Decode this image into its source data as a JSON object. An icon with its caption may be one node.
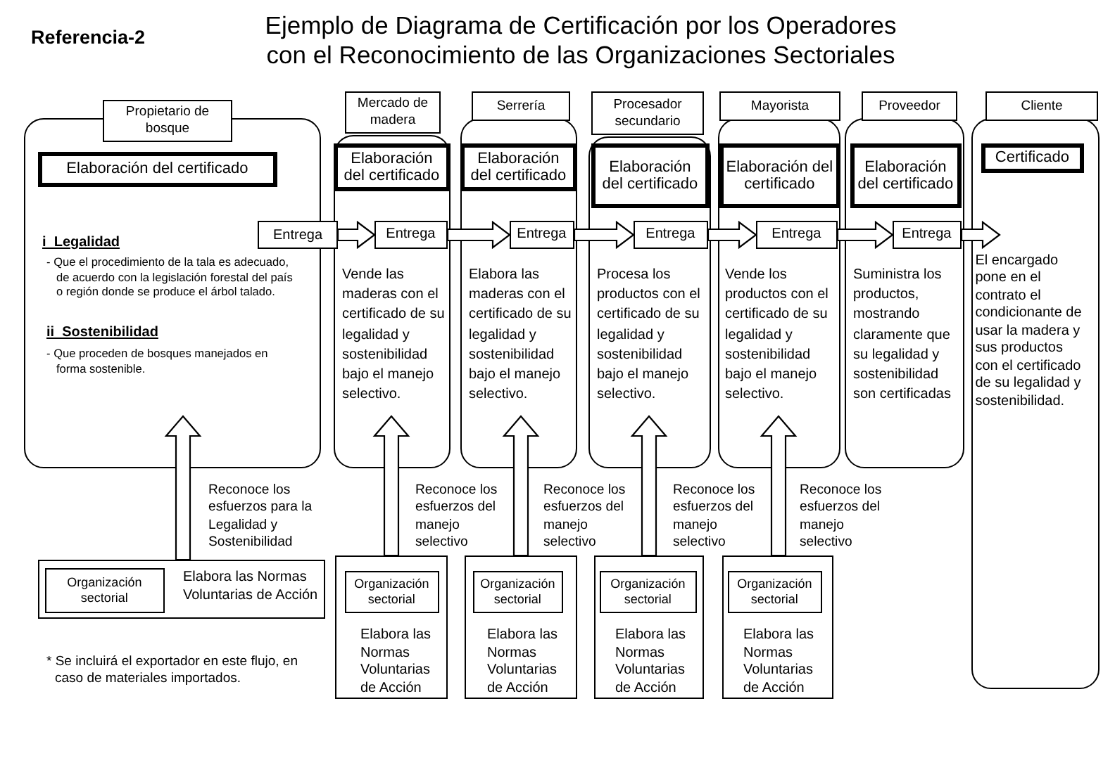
{
  "diagram": {
    "title": "Ejemplo de Diagrama de Certificación por los Operadores con el Reconocimiento de las Organizaciones Sectoriales",
    "nodes": [
      {
        "text": [
          "Propietario de bosque"
        ]
      },
      {
        "text": [
          "i  Legalidad",
          "- Que el procedimiento de la tala  es adecuado, de acuerdo con la legislación forestal del país o región donde se produce el árbol talado.",
          "ii  Sostenibilidad",
          "- Que proceden de bosques manejados en forma sostenible."
        ]
      },
      {
        "text": [
          "Elaboración del certificado"
        ],
        "in": 1
      },
      {
        "text": [
          "Mercado de madera"
        ]
      },
      {
        "text": [
          "Vende las maderas con el certificado de su legalidad y sostenibilidad bajo el manejo selectivo."
        ]
      },
      {
        "text": [
          "Elaboración del certificado"
        ],
        "in": 4
      },
      {
        "text": [
          "Serrería"
        ]
      },
      {
        "text": [
          "Elabora las maderas con el certificado de su legalidad y sostenibilidad bajo el manejo selectivo."
        ]
      },
      {
        "text": [
          "Elaboración del certificado"
        ],
        "in": 7
      },
      {
        "text": [
          "Procesador secundario"
        ]
      },
      {
        "text": [
          "Procesa los productos con el certificado de su legalidad y sostenibilidad bajo el manejo selectivo."
        ]
      },
      {
        "text": [
          "Elaboración del certificado"
        ],
        "in": 10
      },
      {
        "text": [
          "Mayorista"
        ]
      },
      {
        "text": [
          "Vende los productos con el certificado de su legalidad y sostenibilidad bajo el manejo selectivo."
        ]
      },
      {
        "text": [
          "Elaboración del certificado"
        ],
        "in": 13
      },
      {
        "text": [
          "Proveedor"
        ]
      },
      {
        "text": [
          "Suministra los productos, mostrando claramente que su legalidad y sostenibilidad son certificadas"
        ]
      },
      {
        "text": [
          "Elaboración del certificado"
        ],
        "in": 16
      },
      {
        "text": [
          "Cliente"
        ]
      },
      {
        "text": [],
        "shape": "box"
      },
      {
        "text": [
          "Certificado"
        ],
        "in": 19
      },
      {
        "text": [
          "El encargado pone en el contrato el condicionante de usar  la madera y sus productos con el certificado de su legalidad y sostenibilidad."
        ],
        "in": 19
      },
      {
        "text": [
          "Entrega"
        ]
      },
      {
        "text": [
          "Entrega"
        ],
        "in": 4
      },
      {
        "text": [
          "Entrega"
        ],
        "in": 7
      },
      {
        "text": [
          "Entrega"
        ],
        "in": 10
      },
      {
        "text": [
          "Entrega"
        ],
        "in": 13
      },
      {
        "text": [
          "Entrega"
        ],
        "in": 16
      },
      {
        "text": [
          "Elabora las Normas Voluntarias de Acción"
        ]
      },
      {
        "text": [
          "Organización sectorial"
        ],
        "in": 28
      },
      {
        "text": [
          "Elabora las Normas Voluntarias de Acción"
        ]
      },
      {
        "text": [
          "Organización sectorial"
        ],
        "in": 30
      },
      {
        "text": [
          "Elabora las Normas Voluntarias de Acción"
        ]
      },
      {
        "text": [
          "Organización sectorial"
        ],
        "in": 32
      },
      {
        "text": [
          "Elabora las Normas Voluntarias de Acción"
        ]
      },
      {
        "text": [
          "Organización sectorial"
        ],
        "in": 34
      },
      {
        "text": [
          "Elabora las Normas Voluntarias de Acción"
        ]
      },
      {
        "text": [
          "Organización sectorial"
        ],
        "in": 36
      }
    ],
    "edges": [
      {
        "from": 22,
        "to": 23,
        "arrow": "to"
      },
      {
        "from": 23,
        "to": 24,
        "arrow": "to"
      },
      {
        "from": 24,
        "to": 25,
        "arrow": "to"
      },
      {
        "from": 25,
        "to": 26,
        "arrow": "to"
      },
      {
        "from": 26,
        "to": 27,
        "arrow": "to"
      },
      {
        "from": 27,
        "to": null,
        "arrow": "to"
      },
      {
        "from": 28,
        "to": 1,
        "arrow": "to",
        "label": "Reconoce los esfuerzos para la Legalidad y Sostenibilidad"
      },
      {
        "from": 30,
        "to": 4,
        "arrow": "to",
        "label": "Reconoce los esfuerzos del manejo selectivo"
      },
      {
        "from": 32,
        "to": 7,
        "arrow": "to",
        "label": "Reconoce los esfuerzos del manejo selectivo"
      },
      {
        "from": 34,
        "to": 10,
        "arrow": "to",
        "label": "Reconoce los esfuerzos del manejo selectivo"
      },
      {
        "from": 36,
        "to": 13,
        "arrow": "to",
        "label": "Reconoce los esfuerzos del manejo selectivo"
      }
    ],
    "labels": [
      "Referencia-2",
      "* Se incluirá el exportador en este  flujo, en caso de materiales importados."
    ]
  }
}
